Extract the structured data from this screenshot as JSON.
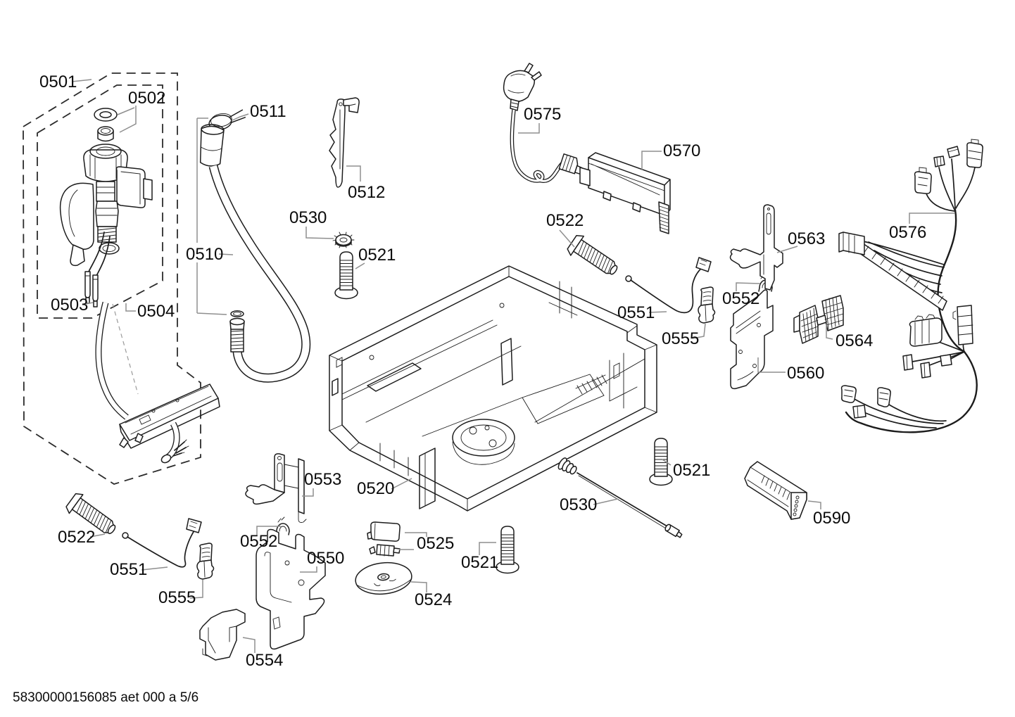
{
  "document": {
    "footer_text": "58300000156085 aet 000 a 5/6",
    "background_color": "#ffffff",
    "line_color": "#1c1c1c",
    "leader_color": "#8f8f8f"
  },
  "labels": [
    {
      "code": "0501"
    },
    {
      "code": "0502"
    },
    {
      "code": "0511"
    },
    {
      "code": "0512"
    },
    {
      "code": "0575"
    },
    {
      "code": "0570"
    },
    {
      "code": "0530"
    },
    {
      "code": "0510"
    },
    {
      "code": "0521"
    },
    {
      "code": "0522"
    },
    {
      "code": "0563"
    },
    {
      "code": "0552"
    },
    {
      "code": "0503"
    },
    {
      "code": "0504"
    },
    {
      "code": "0551"
    },
    {
      "code": "0555"
    },
    {
      "code": "0564"
    },
    {
      "code": "0576"
    },
    {
      "code": "0560"
    },
    {
      "code": "0520"
    },
    {
      "code": "0553"
    },
    {
      "code": "0552"
    },
    {
      "code": "0550"
    },
    {
      "code": "0522"
    },
    {
      "code": "0551"
    },
    {
      "code": "0555"
    },
    {
      "code": "0525"
    },
    {
      "code": "0554"
    },
    {
      "code": "0524"
    },
    {
      "code": "0521"
    },
    {
      "code": "0530"
    },
    {
      "code": "0521"
    },
    {
      "code": "0590"
    }
  ]
}
